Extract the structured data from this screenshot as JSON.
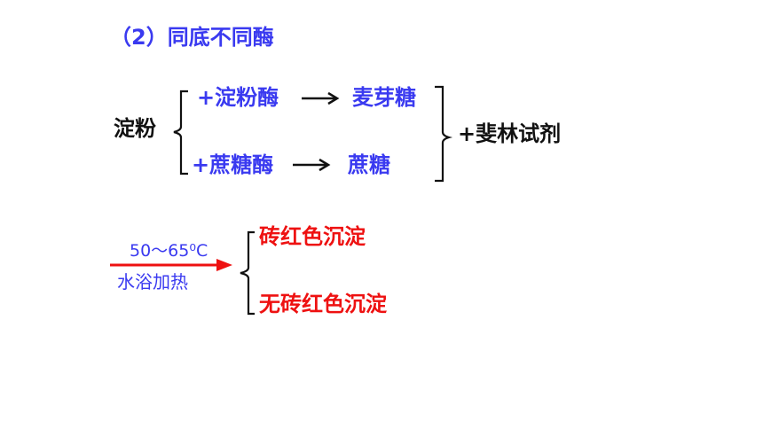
{
  "heading": "（2）同底不同酶",
  "reaction1": {
    "substrate": "淀粉",
    "enzyme": "+淀粉酶",
    "product": "麦芽糖"
  },
  "reaction2": {
    "enzyme": "+蔗糖酶",
    "product": "蔗糖"
  },
  "reagent": "+斐林试剂",
  "condition": {
    "temperature": "50～65⁰C",
    "method": "水浴加热"
  },
  "results": {
    "positive": "砖红色沉淀",
    "negative": "无砖红色沉淀"
  },
  "colors": {
    "blue_text": "#3a3af0",
    "red_text": "#ee1111",
    "red_arrow": "#ee1111",
    "black": "#111111"
  }
}
